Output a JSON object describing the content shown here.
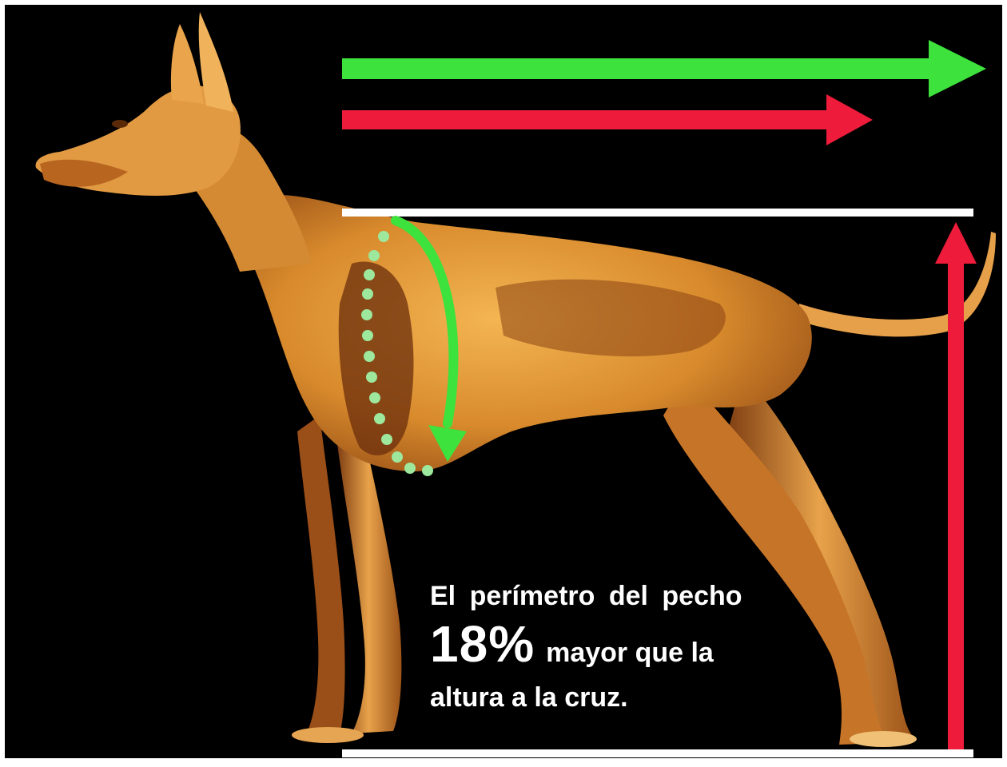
{
  "caption": {
    "line1": "El perímetro del pecho",
    "percent": "18%",
    "line2_rest": "mayor que la",
    "line3": "altura a la cruz."
  },
  "colors": {
    "background": "#000000",
    "chest_arrow": "#3de23d",
    "height_arrow": "#ee1c3a",
    "reference_line": "#ffffff",
    "dotted_guide": "#9de89d",
    "dog_body": "#d4892c"
  },
  "illustration": {
    "subject": "hairless dog in profile",
    "icons": [
      "dog-silhouette",
      "arrow-right-icon",
      "arrow-up-icon",
      "curved-arrow-down-icon"
    ]
  }
}
